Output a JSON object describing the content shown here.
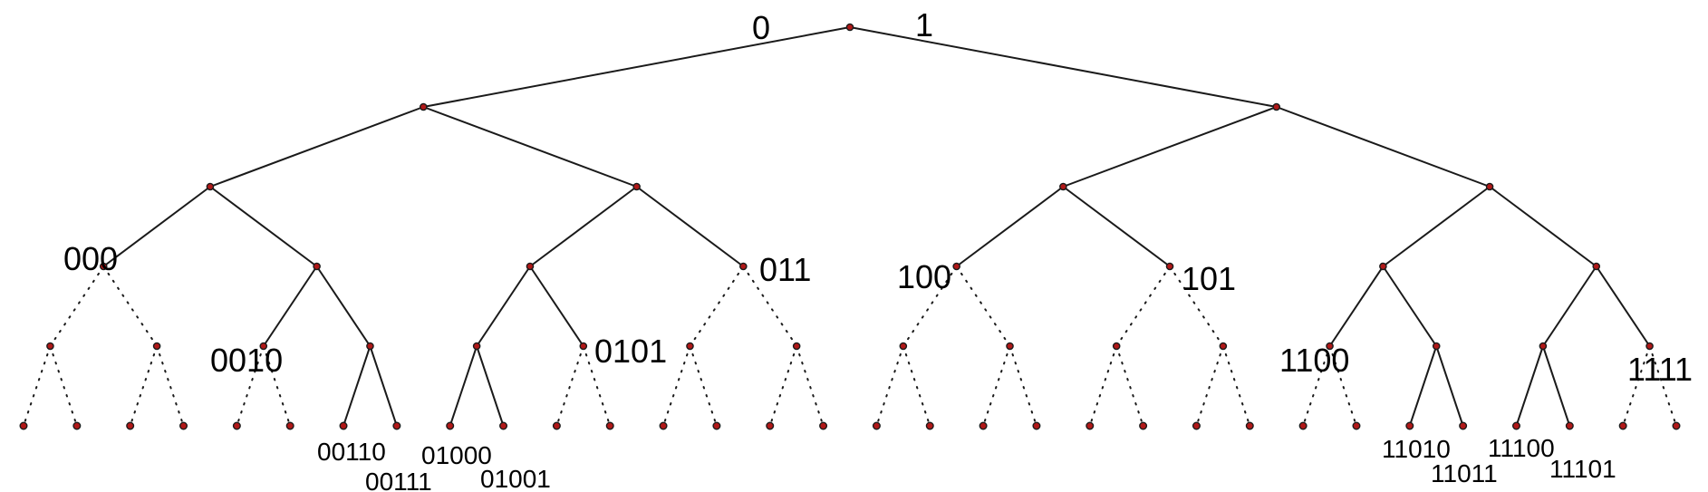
{
  "colors": {
    "edge": "#1a1a1a",
    "node_fill": "#b01818",
    "node_stroke": "#1a1a1a",
    "label": "#000000"
  },
  "tree": {
    "depth": 5,
    "edge_labels": [
      "0",
      "1"
    ],
    "truncated_prefixes": [
      "000",
      "0010",
      "0101",
      "011",
      "100",
      "101",
      "1100",
      "1111"
    ],
    "leaf_labels": [
      "00110",
      "00111",
      "01000",
      "01001",
      "11010",
      "11011",
      "11100",
      "11101"
    ]
  }
}
